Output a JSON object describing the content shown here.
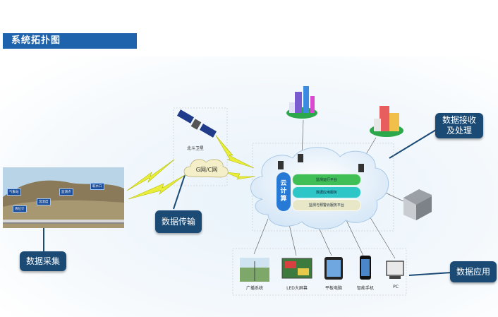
{
  "header": {
    "title": "系统拓扑图"
  },
  "callouts": {
    "collect": "数据采集",
    "transfer": "数据传输",
    "receive_line1": "数据接收",
    "receive_line2": "及处理",
    "apply": "数据应用"
  },
  "network": {
    "satellite": "北斗卫星",
    "gnet": "G网/C网"
  },
  "photo_tags": [
    "气象站",
    "温湿度",
    "监测点",
    "取水口",
    "液位计"
  ],
  "cloud": {
    "compute_chars": [
      "云",
      "计",
      "算"
    ],
    "bars": [
      "监测运行平台",
      "数据应用服务",
      "监测与预警云服务平台"
    ]
  },
  "devices": [
    "广播系统",
    "LED大屏幕",
    "平板电脑",
    "智能手机",
    "PC"
  ],
  "colors": {
    "header": "#1f63ad",
    "callout": "#1b4a74",
    "cloud_bar1": "#3fbf55",
    "cloud_bar2": "#2fc6c8",
    "cloud_bar3": "#e8e8c8"
  }
}
